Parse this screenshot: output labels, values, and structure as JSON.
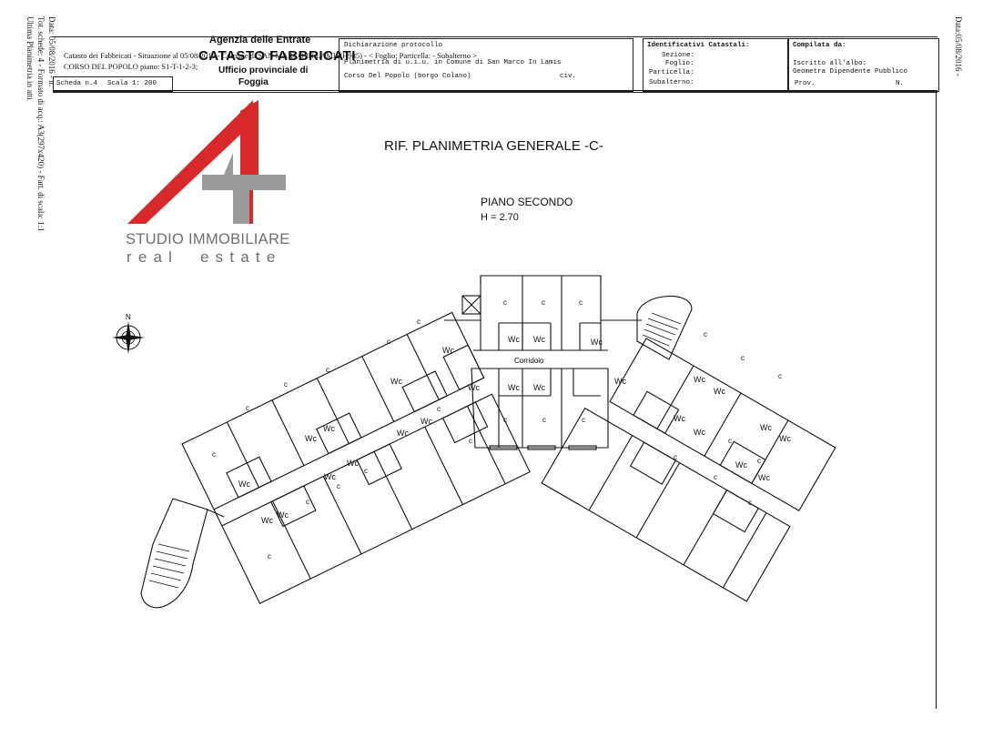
{
  "side_left": {
    "line1": "Data: 05/08/2016 - n.",
    "line2": "Tot. schede: 4 - Formato di acq.: A3(297x420) - Fatt. di scala: 1:1",
    "line3": "Ultima Planimetria in atti"
  },
  "side_right": "Data:05/08/2016 -",
  "header": {
    "top_line": "Catasto dei Fabbricati - Situazione al 05/08/2016 - Comune di SAN MARCO IN LAMIS(H985) - < Foglio:    Particella:    - Subalterno  >",
    "address_line": "CORSO DEL POPOLO piano: S1-T-1-2-3;",
    "agency": "Agenzia delle Entrate",
    "catasto": "CATASTO FABBRICATI",
    "ufficio": "Ufficio provinciale di",
    "provincia": "Foggia",
    "scheda": "Scheda n.4",
    "scala": "Scala 1: 200",
    "dichiarazione_title": "Dichiarazione protocollo",
    "dichiarazione_line1": "Planimetria di u.i.u. in Comune di San Marco In Lamis",
    "dichiarazione_line2": "Corso Del Popolo (borgo Colano)",
    "civ": "civ.",
    "identificativi_title": "Identificativi Catastali:",
    "id_sezione": "Sezione:",
    "id_foglio": "Foglio:",
    "id_particella": "Particella:",
    "id_subalterno": "Subalterno:",
    "compilata_title": "Compilata da:",
    "compilata_iscritto": "Iscritto all'albo:",
    "compilata_geometra": "Geometra Dipendente Pubblico",
    "compilata_prov": "Prov.",
    "compilata_n": "N."
  },
  "logo": {
    "name": "STUDIO IMMOBILIARE",
    "tagline": "real  estate",
    "red": "#d7282a",
    "gray": "#9a9a9a"
  },
  "plan": {
    "title": "RIF. PLANIMETRIA GENERALE -C-",
    "floor": "PIANO SECONDO",
    "height": "H = 2.70",
    "corridor": "Corridoio",
    "north": "N",
    "room_letter": "c",
    "wc": "Wc"
  }
}
